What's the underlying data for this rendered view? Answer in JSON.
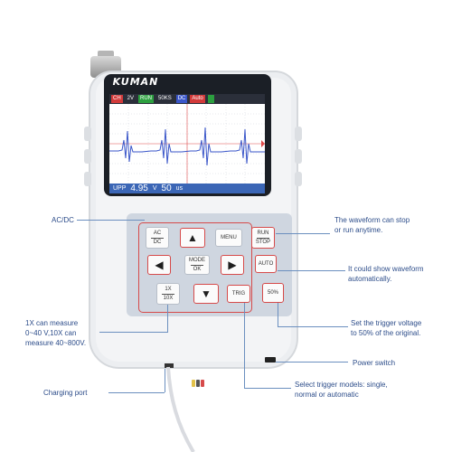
{
  "device": {
    "brand": "KUMAN",
    "status_bar": {
      "ch": "CH",
      "volt": "2V",
      "run": "RUN",
      "rate": "50KS",
      "dc": "DC",
      "auto": "Auto",
      "end": ""
    },
    "readout": {
      "prefix": "UPP",
      "value": "4.95",
      "unit": "V",
      "time_prefix": "",
      "time": "50",
      "time_unit": "us"
    }
  },
  "keypad": {
    "ac_dc": "AC\nDC",
    "menu": "MENU",
    "run_stop": "RUN\nSTOP",
    "mode_ok": "MODE\nOK",
    "auto": "AUTO",
    "x1_x10": "1X\n10X",
    "trig": "TRIG",
    "pct50": "50%"
  },
  "callouts": {
    "ac_dc": "AC/DC",
    "run_stop": "The waveform can stop\nor run anytime.",
    "auto": "It could show waveform\nautomatically.",
    "x1_x10": "1X can measure\n0~40 V,10X can\nmeasure 40~800V.",
    "pct50": "Set the trigger voltage\nto 50% of the original.",
    "power": "Power switch",
    "charging": "Charging port",
    "trig": "Select trigger models: single,\nnormal or automatic"
  },
  "colors": {
    "accent": "#2d4d8a",
    "trace": "#3a56c9",
    "ring": "#d64a4a",
    "keypad": "#cfd6e0"
  }
}
